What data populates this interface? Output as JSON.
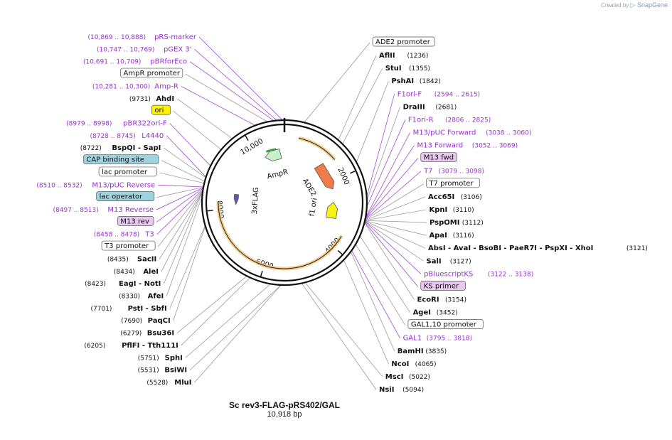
{
  "header": {
    "credit_prefix": "Created by",
    "brand": "SnapGene"
  },
  "plasmid": {
    "name": "Sc rev3-FLAG-pRS402/GAL",
    "size_label": "10,918 bp",
    "length": 10918
  },
  "colors": {
    "enzyme": "#111111",
    "primer": "#9a2fd0",
    "leader": "#8c8c8c",
    "primer_box": "#e9c8f0",
    "ori_box": "#fff200",
    "cap_box": "#9fd3df",
    "ampr_arrow": "#c8f0c8",
    "ade2_arrow": "#f07a4a",
    "f1_arrow": "#f5f214",
    "orf_band": "#f5c67a"
  },
  "ruler_ticks": [
    {
      "bp": 2000,
      "label": "2000"
    },
    {
      "bp": 4000,
      "label": "4000"
    },
    {
      "bp": 6000,
      "label": "6000"
    },
    {
      "bp": 8000,
      "label": "8000"
    },
    {
      "bp": 10000,
      "label": "10,000"
    }
  ],
  "features": [
    {
      "name": "ADE2",
      "type": "arrow",
      "bp": 1780,
      "direction": "forward",
      "color": "#f07a4a"
    },
    {
      "name": "f1 ori",
      "type": "arrow",
      "bp": 3000,
      "direction": "reverse",
      "color": "#f5f214"
    },
    {
      "name": "AmpR",
      "type": "arrow",
      "bp": 10500,
      "direction": "reverse",
      "color": "#c8f0c8"
    },
    {
      "name": "3xFLAG",
      "type": "arrow",
      "bp": 8300,
      "direction": "reverse",
      "color": "#5c5ca0"
    }
  ],
  "labels": [
    {
      "text": "(10,869 .. 10,888)",
      "name": "pRS-marker",
      "kind": "primer",
      "bp": 10878
    },
    {
      "text": "(10,747 .. 10,769)",
      "name": "pGEX 3'",
      "kind": "primer",
      "bp": 10758
    },
    {
      "text": "(10,691 .. 10,709)",
      "name": "pBRforEco",
      "kind": "primer",
      "bp": 10700
    },
    {
      "text": "",
      "name": "AmpR promoter",
      "kind": "boxed",
      "bp": 10560
    },
    {
      "text": "(10,281 .. 10,300)",
      "name": "Amp-R",
      "kind": "primer",
      "bp": 10290
    },
    {
      "text": "(9731)",
      "name": "AhdI",
      "kind": "enzyme",
      "bp": 9731
    },
    {
      "text": "",
      "name": "ori",
      "kind": "ori",
      "bp": 9400
    },
    {
      "text": "(8979 .. 8998)",
      "name": "pBR322ori-F",
      "kind": "primer",
      "bp": 8988
    },
    {
      "text": "(8728 .. 8745)",
      "name": "L4440",
      "kind": "primer",
      "bp": 8736
    },
    {
      "text": "(8722)",
      "name": "BspQI - SapI",
      "kind": "enzyme",
      "bp": 8722
    },
    {
      "text": "",
      "name": "CAP binding site",
      "kind": "cap",
      "bp": 8640
    },
    {
      "text": "",
      "name": "lac promoter",
      "kind": "boxed",
      "bp": 8600
    },
    {
      "text": "(8510 .. 8532)",
      "name": "M13/pUC Reverse",
      "kind": "primer",
      "bp": 8521
    },
    {
      "text": "",
      "name": "lac operator",
      "kind": "cap",
      "bp": 8515
    },
    {
      "text": "(8497 .. 8513)",
      "name": "M13 Reverse",
      "kind": "primer",
      "bp": 8505
    },
    {
      "text": "",
      "name": "M13 rev",
      "kind": "primerbox",
      "bp": 8495
    },
    {
      "text": "(8458 .. 8478)",
      "name": "T3",
      "kind": "primer",
      "bp": 8468
    },
    {
      "text": "",
      "name": "T3 promoter",
      "kind": "boxed",
      "bp": 8450
    },
    {
      "text": "(8435)",
      "name": "SacII",
      "kind": "enzyme",
      "bp": 8435
    },
    {
      "text": "(8434)",
      "name": "AleI",
      "kind": "enzyme",
      "bp": 8434
    },
    {
      "text": "(8423)",
      "name": "EagI - NotI",
      "kind": "enzyme",
      "bp": 8423
    },
    {
      "text": "(8330)",
      "name": "AfeI",
      "kind": "enzyme",
      "bp": 8330
    },
    {
      "text": "(7701)",
      "name": "PstI - SbfI",
      "kind": "enzyme",
      "bp": 7701
    },
    {
      "text": "(7690)",
      "name": "PaqCI",
      "kind": "enzyme",
      "bp": 7690
    },
    {
      "text": "(6279)",
      "name": "Bsu36I",
      "kind": "enzyme",
      "bp": 6279
    },
    {
      "text": "(6205)",
      "name": "PflFI - Tth111I",
      "kind": "enzyme",
      "bp": 6205
    },
    {
      "text": "(5751)",
      "name": "SphI",
      "kind": "enzyme",
      "bp": 5751
    },
    {
      "text": "(5531)",
      "name": "BsiWI",
      "kind": "enzyme",
      "bp": 5531
    },
    {
      "text": "(5528)",
      "name": "MluI",
      "kind": "enzyme",
      "bp": 5528
    },
    {
      "text": "(5094)",
      "name": "NsiI",
      "kind": "enzyme",
      "bp": 5094
    },
    {
      "text": "(5022)",
      "name": "MscI",
      "kind": "enzyme",
      "bp": 5022
    },
    {
      "text": "(4065)",
      "name": "NcoI",
      "kind": "enzyme",
      "bp": 4065
    },
    {
      "text": "(3835)",
      "name": "BamHI",
      "kind": "enzyme",
      "bp": 3835
    },
    {
      "text": "(3795 .. 3818)",
      "name": "GAL1",
      "kind": "primer",
      "bp": 3806
    },
    {
      "text": "",
      "name": "GAL1,10 promoter",
      "kind": "boxed",
      "bp": 3650
    },
    {
      "text": "(3452)",
      "name": "AgeI",
      "kind": "enzyme",
      "bp": 3452
    },
    {
      "text": "(3154)",
      "name": "EcoRI",
      "kind": "enzyme",
      "bp": 3154
    },
    {
      "text": "",
      "name": "KS primer",
      "kind": "primerbox",
      "bp": 3145
    },
    {
      "text": "(3127)",
      "name": "SalI",
      "kind": "enzyme",
      "bp": 3127
    },
    {
      "text": "(3122 .. 3138)",
      "name": "pBluescriptKS",
      "kind": "primer",
      "bp": 3130
    },
    {
      "text": "(3121)",
      "name": "AbsI - AvaI - BsoBI - PaeR7I - PspXI - XhoI",
      "kind": "enzyme",
      "bp": 3121
    },
    {
      "text": "(3116)",
      "name": "ApaI",
      "kind": "enzyme",
      "bp": 3116
    },
    {
      "text": "(3112)",
      "name": "PspOMI",
      "kind": "enzyme",
      "bp": 3112
    },
    {
      "text": "(3110)",
      "name": "KpnI",
      "kind": "enzyme",
      "bp": 3110
    },
    {
      "text": "(3106)",
      "name": "Acc65I",
      "kind": "enzyme",
      "bp": 3106
    },
    {
      "text": "",
      "name": "T7 promoter",
      "kind": "boxed",
      "bp": 3095
    },
    {
      "text": "(3079 .. 3098)",
      "name": "T7",
      "kind": "primer",
      "bp": 3088
    },
    {
      "text": "",
      "name": "M13 fwd",
      "kind": "primerbox",
      "bp": 3070
    },
    {
      "text": "(3052 .. 3069)",
      "name": "M13 Forward",
      "kind": "primer",
      "bp": 3060
    },
    {
      "text": "(3038 .. 3060)",
      "name": "M13/pUC Forward",
      "kind": "primer",
      "bp": 3049
    },
    {
      "text": "(2806 .. 2825)",
      "name": "F1ori-R",
      "kind": "primer",
      "bp": 2815
    },
    {
      "text": "(2681)",
      "name": "DraIII",
      "kind": "enzyme",
      "bp": 2681
    },
    {
      "text": "(2594 .. 2615)",
      "name": "F1ori-F",
      "kind": "primer",
      "bp": 2604
    },
    {
      "text": "(1842)",
      "name": "PshAI",
      "kind": "enzyme",
      "bp": 1842
    },
    {
      "text": "(1355)",
      "name": "StuI",
      "kind": "enzyme",
      "bp": 1355
    },
    {
      "text": "(1236)",
      "name": "AflII",
      "kind": "enzyme",
      "bp": 1236
    },
    {
      "text": "",
      "name": "ADE2 promoter",
      "kind": "boxed",
      "bp": 420
    }
  ]
}
